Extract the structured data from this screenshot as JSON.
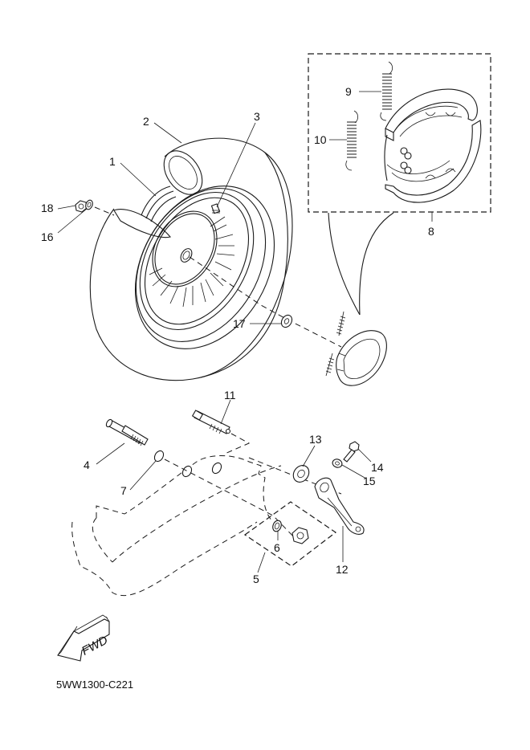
{
  "diagram": {
    "title_code": "5WW1300-C221",
    "direction_indicator": "FWD",
    "callouts": [
      {
        "number": "1",
        "part": "wheel-rim"
      },
      {
        "number": "2",
        "part": "tire"
      },
      {
        "number": "3",
        "part": "valve"
      },
      {
        "number": "4",
        "part": "axle-shaft"
      },
      {
        "number": "5",
        "part": "nut-washer-set"
      },
      {
        "number": "6",
        "part": "washer"
      },
      {
        "number": "7",
        "part": "o-ring"
      },
      {
        "number": "8",
        "part": "brake-shoe-kit"
      },
      {
        "number": "9",
        "part": "spring"
      },
      {
        "number": "10",
        "part": "spring"
      },
      {
        "number": "11",
        "part": "brake-camshaft"
      },
      {
        "number": "12",
        "part": "brake-lever"
      },
      {
        "number": "13",
        "part": "indicator-plate"
      },
      {
        "number": "14",
        "part": "bolt"
      },
      {
        "number": "15",
        "part": "washer"
      },
      {
        "number": "16",
        "part": "washer"
      },
      {
        "number": "17",
        "part": "washer"
      },
      {
        "number": "18",
        "part": "nut"
      }
    ]
  }
}
